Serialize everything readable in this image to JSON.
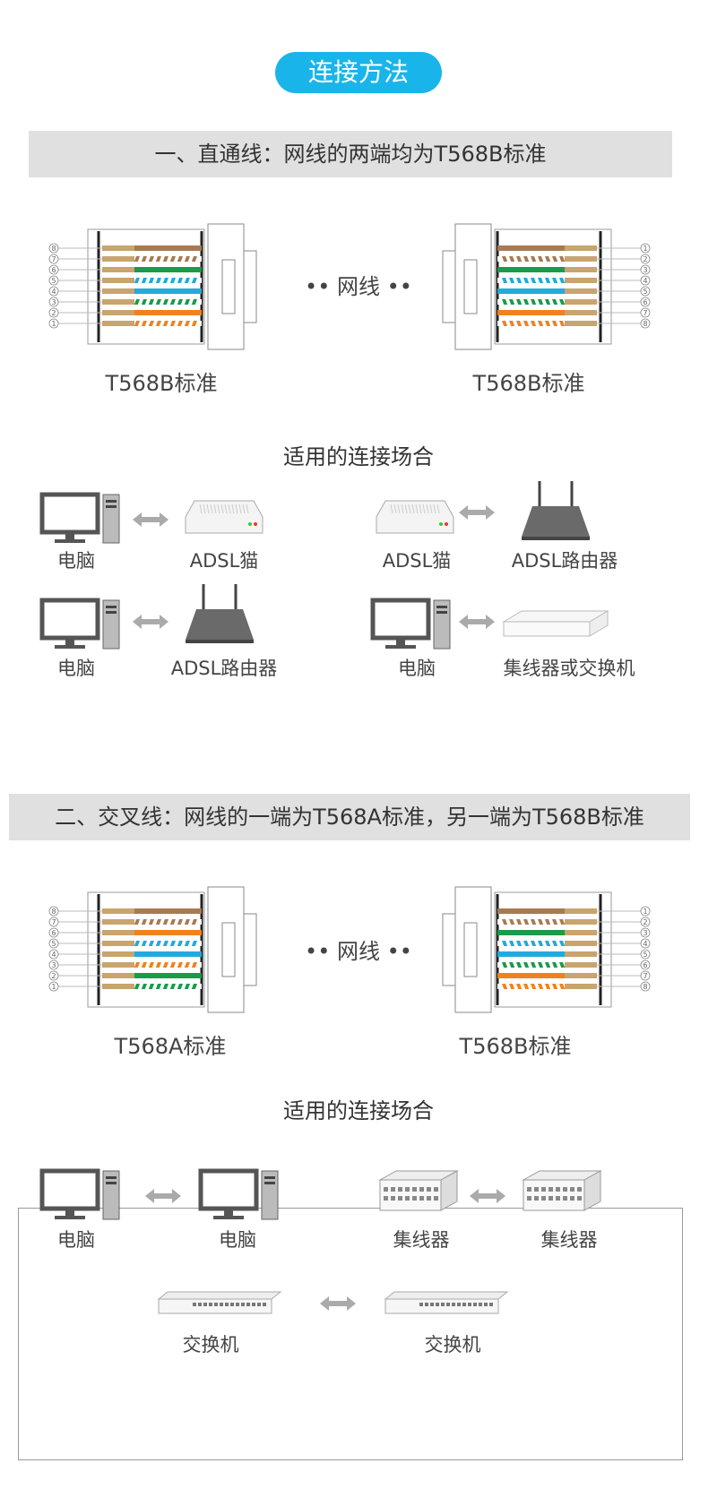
{
  "title": "连接方法",
  "colors": {
    "accent": "#19b5ea",
    "band": "#e0e0e0",
    "orange": "#f0821e",
    "green": "#1a9a4a",
    "blue": "#22a9dd",
    "brown": "#a87a52",
    "tan": "#c8a46e"
  },
  "section1": {
    "heading": "一、直通线：网线的两端均为T568B标准",
    "left_plug_label": "T568B标准",
    "right_plug_label": "T568B标准",
    "cable_label": "网线",
    "pins": [
      "8",
      "7",
      "6",
      "5",
      "4",
      "3",
      "2",
      "1"
    ],
    "pins_right": [
      "1",
      "2",
      "3",
      "4",
      "5",
      "6",
      "7",
      "8"
    ],
    "scenario_title": "适用的连接场合",
    "scenarios": [
      {
        "left": "电脑",
        "right": "ADSL猫"
      },
      {
        "left": "ADSL猫",
        "right": "ADSL路由器"
      },
      {
        "left": "电脑",
        "right": "ADSL路由器"
      },
      {
        "left": "电脑",
        "right": "集线器或交换机"
      }
    ]
  },
  "section2": {
    "heading": "二、交叉线：网线的一端为T568A标准，另一端为T568B标准",
    "left_plug_label": "T568A标准",
    "right_plug_label": "T568B标准",
    "cable_label": "网线",
    "scenario_title": "适用的连接场合",
    "scenarios": [
      {
        "left": "电脑",
        "right": "电脑"
      },
      {
        "left": "集线器",
        "right": "集线器"
      },
      {
        "left": "交换机",
        "right": "交换机"
      }
    ]
  }
}
